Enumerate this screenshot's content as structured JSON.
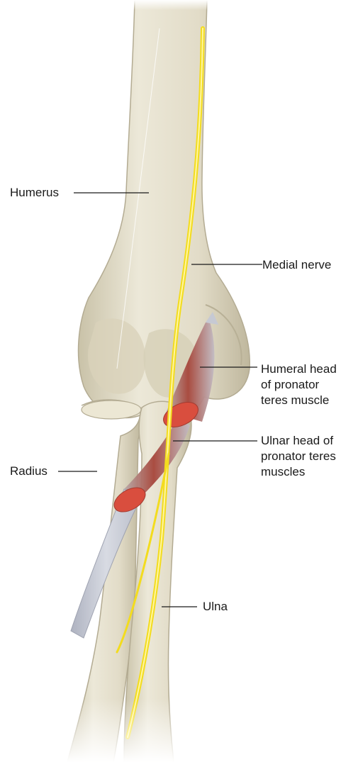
{
  "labels": {
    "humerus": "Humerus",
    "medial_nerve": "Medial nerve",
    "humeral_head": [
      "Humeral head",
      "of pronator",
      "teres muscle"
    ],
    "ulnar_head": [
      "Ulnar head of",
      "pronator teres",
      "muscles"
    ],
    "radius": "Radius",
    "ulna": "Ulna"
  },
  "colors": {
    "bone": "#e4dfcc",
    "bone_shadow": "#bdb59c",
    "nerve": "#f3dc1e",
    "muscle": "#b5463a",
    "muscle_cut": "#d94e3e",
    "tendon": "#c9ccd6",
    "leader": "#1a1a1a"
  }
}
